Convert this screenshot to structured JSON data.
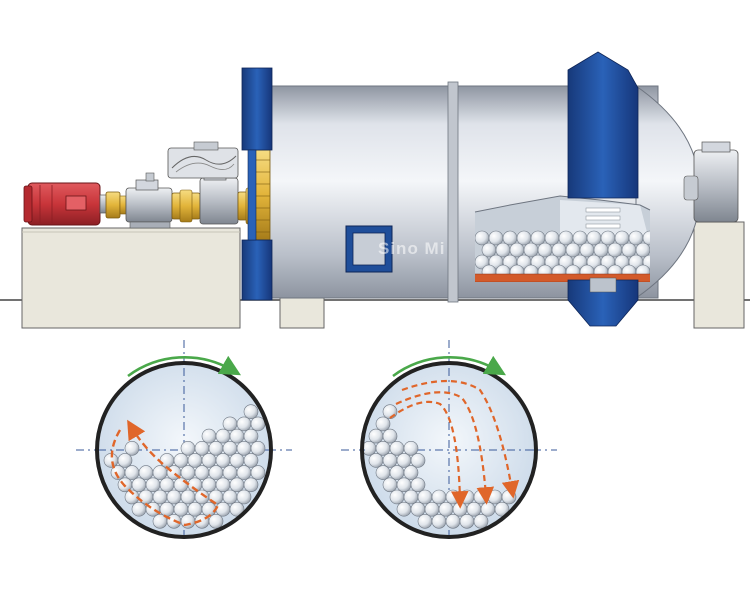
{
  "figure": {
    "watermark": "Sino Mi",
    "colors": {
      "shell": "#c9ced6",
      "shell_light": "#eef1f5",
      "flange": "#1f4e9a",
      "motor": "#c8353a",
      "coupling": "#e8b93a",
      "base": "#e9e7dc",
      "ball": "#e9edf2",
      "arrow_path": "#e0662a",
      "rotation_arrow": "#4aa84a",
      "liner": "#d35a2a"
    },
    "panels": [
      {
        "id": "cascading",
        "rotation": "clockwise",
        "description_icon": "cascade-motion"
      },
      {
        "id": "cataracting",
        "rotation": "clockwise",
        "description_icon": "cataract-motion"
      }
    ]
  }
}
